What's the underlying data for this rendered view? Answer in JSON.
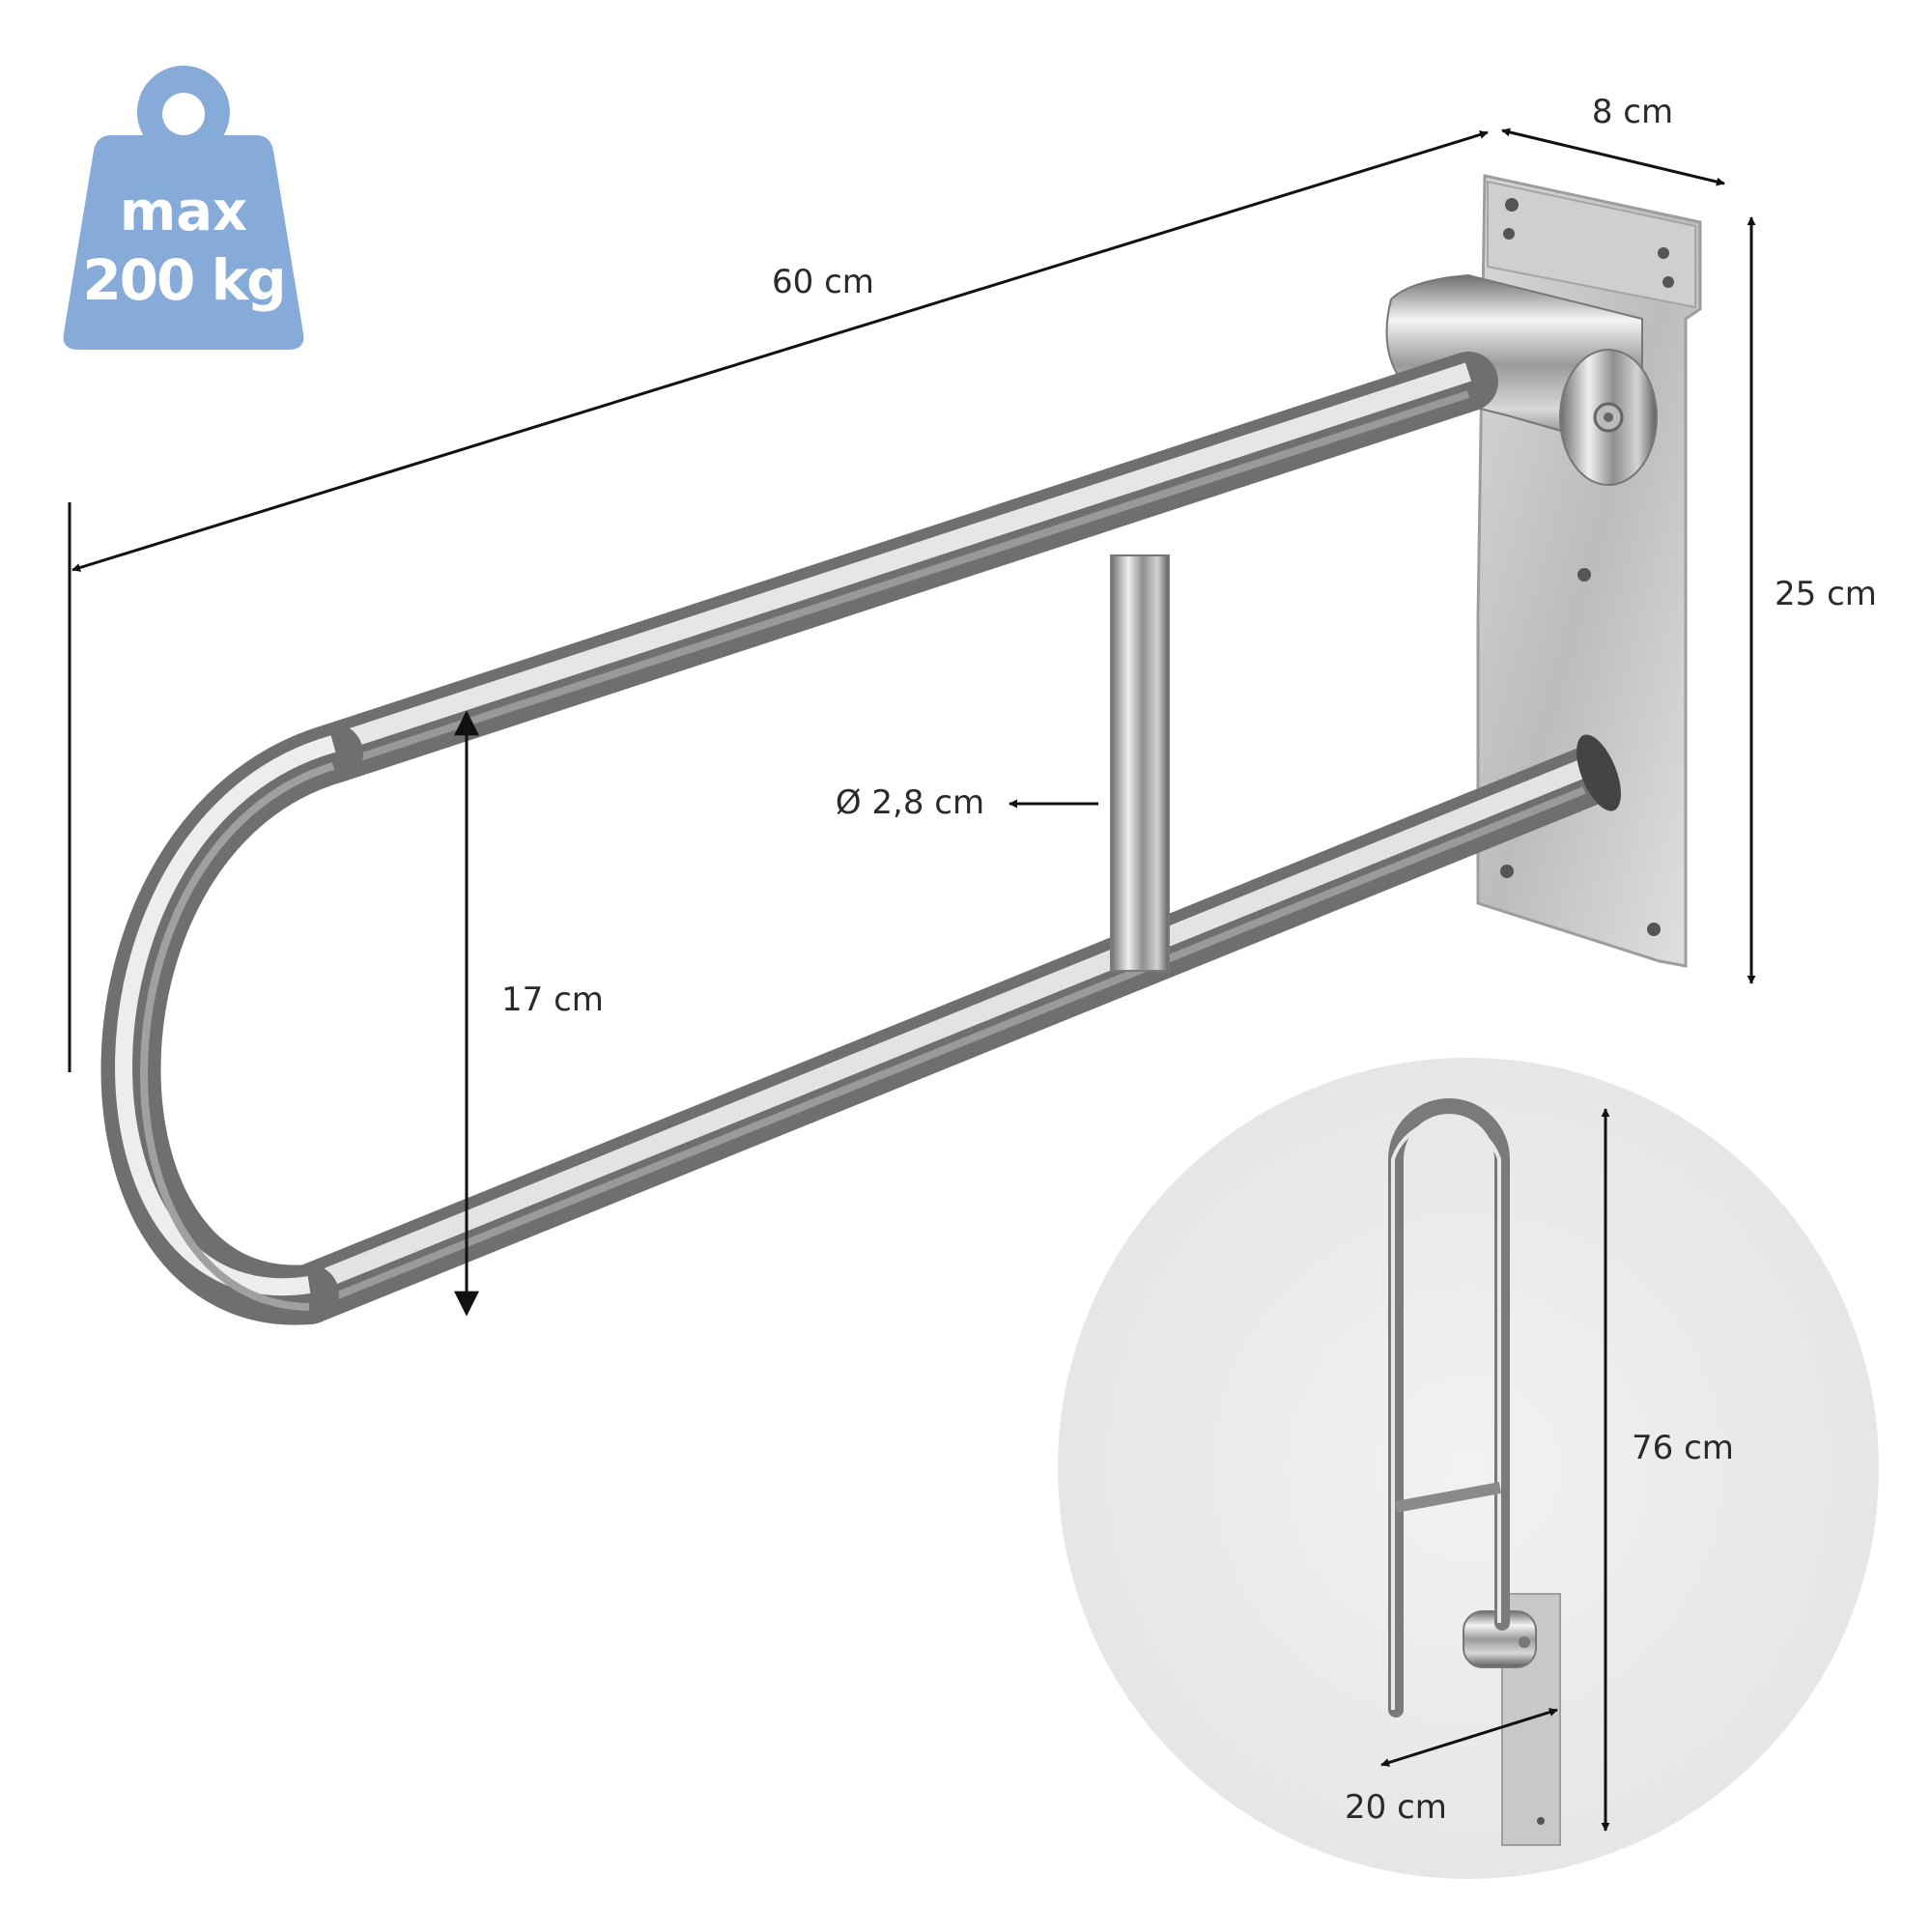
{
  "weight_badge": {
    "line1": "max",
    "line2": "200 kg",
    "color": "#86abd9"
  },
  "dimensions": {
    "length": "60 cm",
    "depth": "8 cm",
    "plate_height": "25 cm",
    "bar_spacing": "17 cm",
    "tube_diameter": "Ø 2,8 cm"
  },
  "inset": {
    "height": "76 cm",
    "width": "20 cm",
    "background": "#ededed"
  }
}
